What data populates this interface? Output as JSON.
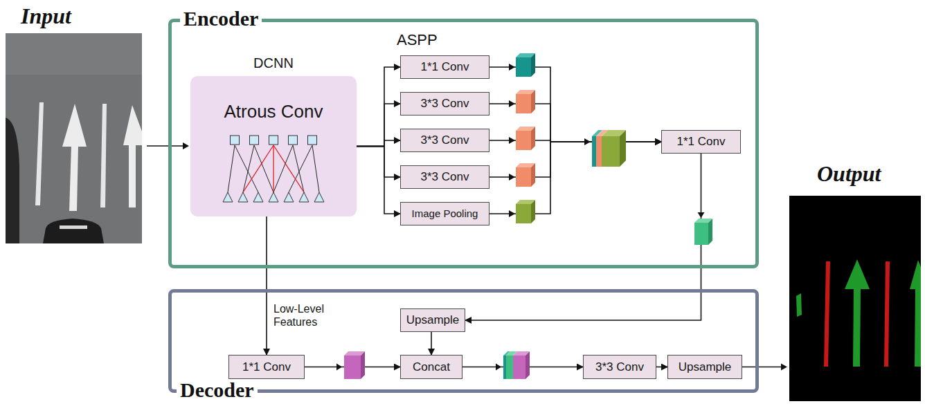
{
  "diagram": {
    "nodes": [
      {
        "text": [
          "Encoder"
        ]
      },
      {
        "text": [
          "DCNN",
          "Atrous Conv"
        ],
        "in": 0
      },
      {
        "text": [
          "1*1 Conv"
        ],
        "in": 0
      },
      {
        "text": [
          "3*3 Conv"
        ],
        "in": 0
      },
      {
        "text": [
          "3*3 Conv"
        ],
        "in": 0
      },
      {
        "text": [
          "3*3 Conv"
        ],
        "in": 0
      },
      {
        "text": [
          "Image Pooling"
        ],
        "in": 0
      },
      {
        "text": [
          "1*1 Conv"
        ],
        "in": 0
      },
      {
        "text": [
          "Decoder"
        ]
      },
      {
        "text": [
          "1*1 Conv"
        ],
        "in": 8
      },
      {
        "text": [
          "Upsample"
        ],
        "in": 8
      },
      {
        "text": [
          "Concat"
        ],
        "in": 8
      },
      {
        "text": [
          "3*3 Conv"
        ],
        "in": 8
      },
      {
        "text": [
          "Upsample"
        ],
        "in": 8
      }
    ],
    "edges": [
      {
        "from": 1,
        "to": 2,
        "arrow": "to"
      },
      {
        "from": 1,
        "to": 3,
        "arrow": "to"
      },
      {
        "from": 1,
        "to": 4,
        "arrow": "to"
      },
      {
        "from": 1,
        "to": 5,
        "arrow": "to"
      },
      {
        "from": 1,
        "to": 6,
        "arrow": "to"
      },
      {
        "from": 2,
        "to": 7,
        "arrow": "to"
      },
      {
        "from": 3,
        "to": 7,
        "arrow": "to"
      },
      {
        "from": 4,
        "to": 7,
        "arrow": "to"
      },
      {
        "from": 5,
        "to": 7,
        "arrow": "to"
      },
      {
        "from": 6,
        "to": 7,
        "arrow": "to"
      },
      {
        "from": 7,
        "to": 10,
        "arrow": "to"
      },
      {
        "from": 1,
        "to": 9,
        "arrow": "to",
        "label": "Low-Level Features"
      },
      {
        "from": 9,
        "to": 11,
        "arrow": "to"
      },
      {
        "from": 10,
        "to": 11,
        "arrow": "to"
      },
      {
        "from": 11,
        "to": 12,
        "arrow": "to"
      },
      {
        "from": 12,
        "to": 13,
        "arrow": "to"
      }
    ],
    "labels": [
      "Input",
      "ASPP",
      "Output"
    ]
  }
}
